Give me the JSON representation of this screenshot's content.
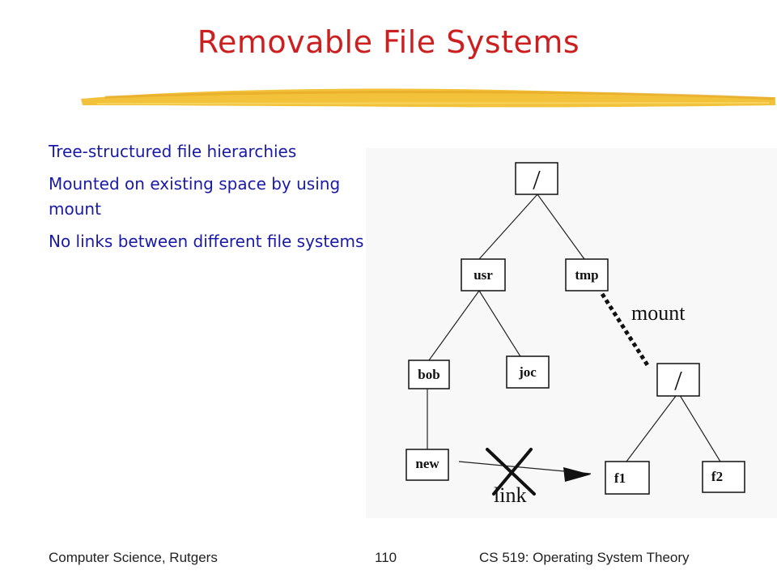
{
  "slide": {
    "title": "Removable File Systems",
    "bullets": [
      "Tree-structured file hierarchies",
      "Mounted on existing space by using mount",
      "No links between different file systems"
    ],
    "footer": {
      "left": "Computer Science, Rutgers",
      "page": "110",
      "right": "CS 519: Operating System Theory"
    },
    "colors": {
      "title": "#cc1f1f",
      "bullets": "#1a1aa8",
      "highlighter": "#f2c23a"
    }
  },
  "diagram": {
    "nodes": {
      "root1": "/",
      "usr": "usr",
      "tmp": "tmp",
      "bob": "bob",
      "joc": "joc",
      "new": "new",
      "root2": "/",
      "f1": "f1",
      "f2": "f2"
    },
    "annotations": {
      "mount": "mount",
      "link": "link"
    },
    "icons": {
      "link_blocked": "x-mark-icon",
      "arrow": "arrow-head-icon"
    }
  }
}
